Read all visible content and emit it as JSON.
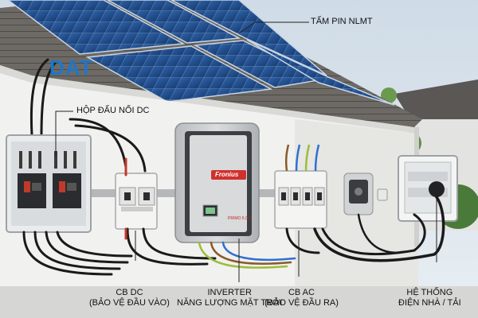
{
  "brand": {
    "text": "DAT",
    "color": "#1d76c9"
  },
  "labels": {
    "solar_panel": "TẤM PIN NLMT",
    "dc_junction_box": "HỘP ĐẤU NỐI DC",
    "cb_dc": [
      "CB DC",
      "(BẢO VỆ ĐẦU VÀO)"
    ],
    "inverter": [
      "INVERTER",
      "NĂNG LƯỢNG MẶT TRỜI"
    ],
    "cb_ac": [
      "CB AC",
      "(BẢO VỆ ĐẦU RA)"
    ],
    "home_system": [
      "HỆ THỐNG",
      "ĐIỆN NHÀ / TẢI"
    ]
  },
  "inverter": {
    "brand": "Fronius",
    "model": "PRIMO 5.0-1"
  },
  "colors": {
    "panel": "#1f4f8f",
    "wall": "#f1f1ef",
    "roof": "#6d6a66",
    "inverter_body": "#c8cacc",
    "inverter_face": "#3c3f43",
    "brand_red": "#d0312d",
    "cable": "#1a1a1a",
    "wire_red": "#c0392b",
    "wire_blue": "#2f6fd0",
    "wire_yellow_green": "#9bbd3c",
    "wire_brown": "#8a5a2b"
  },
  "icons": [
    "solar-panel-icon",
    "junction-box-icon",
    "circuit-breaker-icon",
    "inverter-icon",
    "ev-charger-icon",
    "distribution-board-icon"
  ]
}
